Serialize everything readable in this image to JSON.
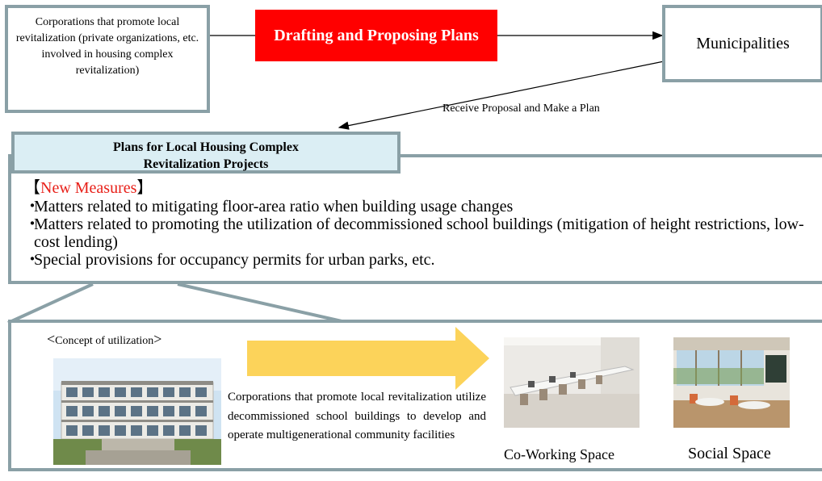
{
  "corporations_box": {
    "text": "Corporations that promote local revitalization (private organizations, etc. involved in housing complex revitalization)"
  },
  "drafting_box": {
    "text": "Drafting and Proposing Plans",
    "color": "#ff0000"
  },
  "municipalities_box": {
    "text": "Municipalities"
  },
  "receive_label": "Receive Proposal and Make a Plan",
  "plans": {
    "header_line1": "Plans for Local Housing Complex",
    "header_line2": "Revitalization Projects",
    "new_measures": {
      "open": "【",
      "text": "New Measures",
      "close": "】",
      "color": "#e8211a"
    },
    "bullet": "・",
    "items": [
      "Matters related to mitigating floor-area ratio when building usage changes",
      "Matters related to promoting the utilization of decommissioned school buildings (mitigation of height restrictions, low-cost lending)",
      "Special provisions for occupancy permits for urban parks, etc."
    ]
  },
  "concept": {
    "open": "<",
    "label": "Concept of utilization",
    "close": ">",
    "description": "Corporations that promote local revitalization utilize decommissioned school buildings to develop and operate multigenerational community facilities",
    "arrow_color": "#fcd35a",
    "coworking_label": "Co-Working Space",
    "social_label": "Social Space"
  },
  "icons": {
    "building_photo": "school-building-photo",
    "coworking_photo": "coworking-room-photo",
    "social_photo": "social-space-photo"
  },
  "colors": {
    "frame": "#8aa0a6",
    "header_fill": "#dbeef4"
  }
}
